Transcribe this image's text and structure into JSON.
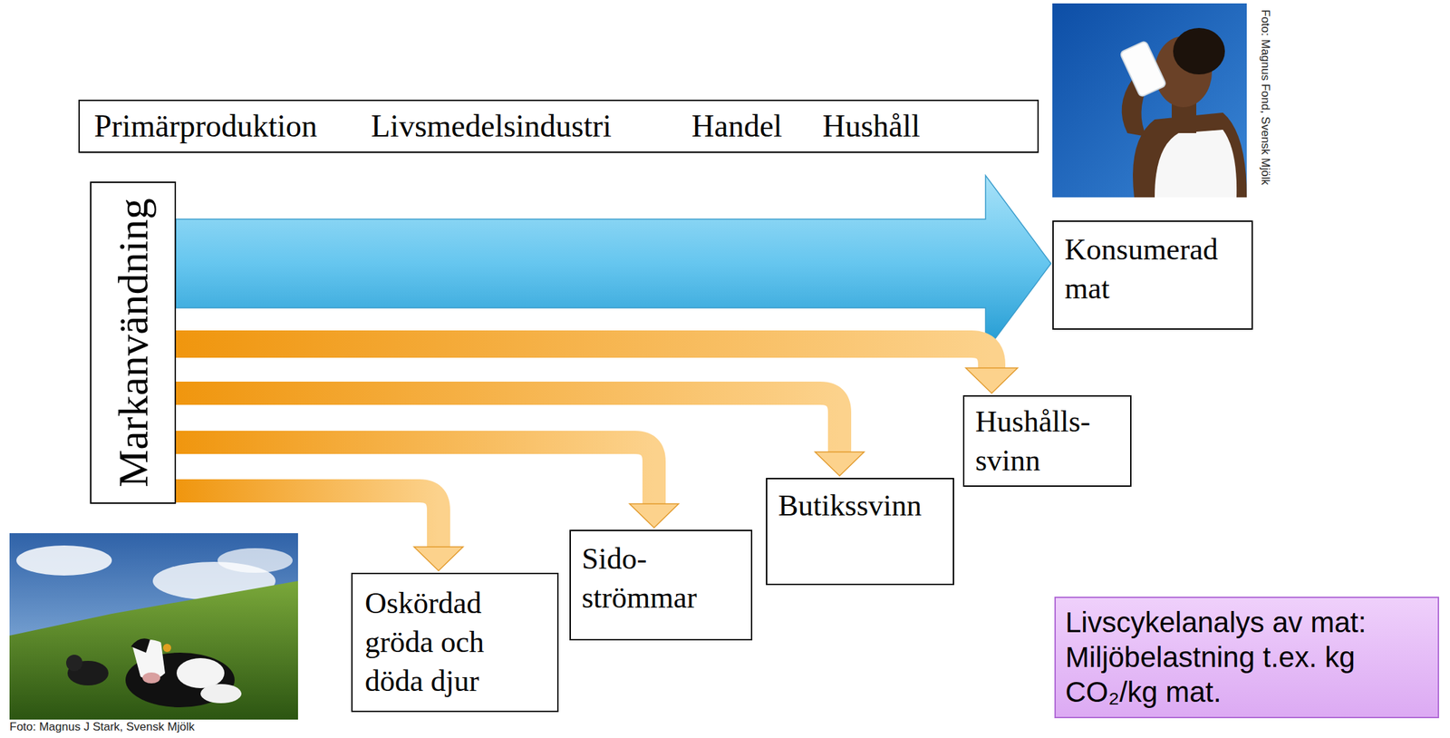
{
  "diagram": {
    "nodes": [
      {
        "text": [
          "Primärproduktion",
          "Livsmedelsindustri",
          "Handel",
          "Hushåll"
        ]
      },
      {
        "text": [
          "Markanvändning"
        ]
      },
      {
        "text": [
          "Konsumerad mat"
        ]
      },
      {
        "text": [
          "Hushålls- svinn"
        ]
      },
      {
        "text": [
          "Butikssvinn"
        ]
      },
      {
        "text": [
          "Sido- strömmar"
        ]
      },
      {
        "text": [
          "Oskördad gröda och döda djur"
        ]
      },
      {
        "text": [
          "Livscykelanalys av mat: Miljöbelastning t.ex. kg CO₂/kg mat."
        ]
      }
    ],
    "edges": [
      {
        "from": 1,
        "to": 2,
        "arrow": "to"
      },
      {
        "from": 1,
        "to": 3,
        "arrow": "to"
      },
      {
        "from": 1,
        "to": 4,
        "arrow": "to"
      },
      {
        "from": 1,
        "to": 5,
        "arrow": "to"
      },
      {
        "from": 1,
        "to": 6,
        "arrow": "to"
      }
    ],
    "labels": [
      "Foto: Magnus Fond, Svensk Mjölk",
      "Foto: Magnus J Stark, Svensk Mjölk"
    ]
  }
}
